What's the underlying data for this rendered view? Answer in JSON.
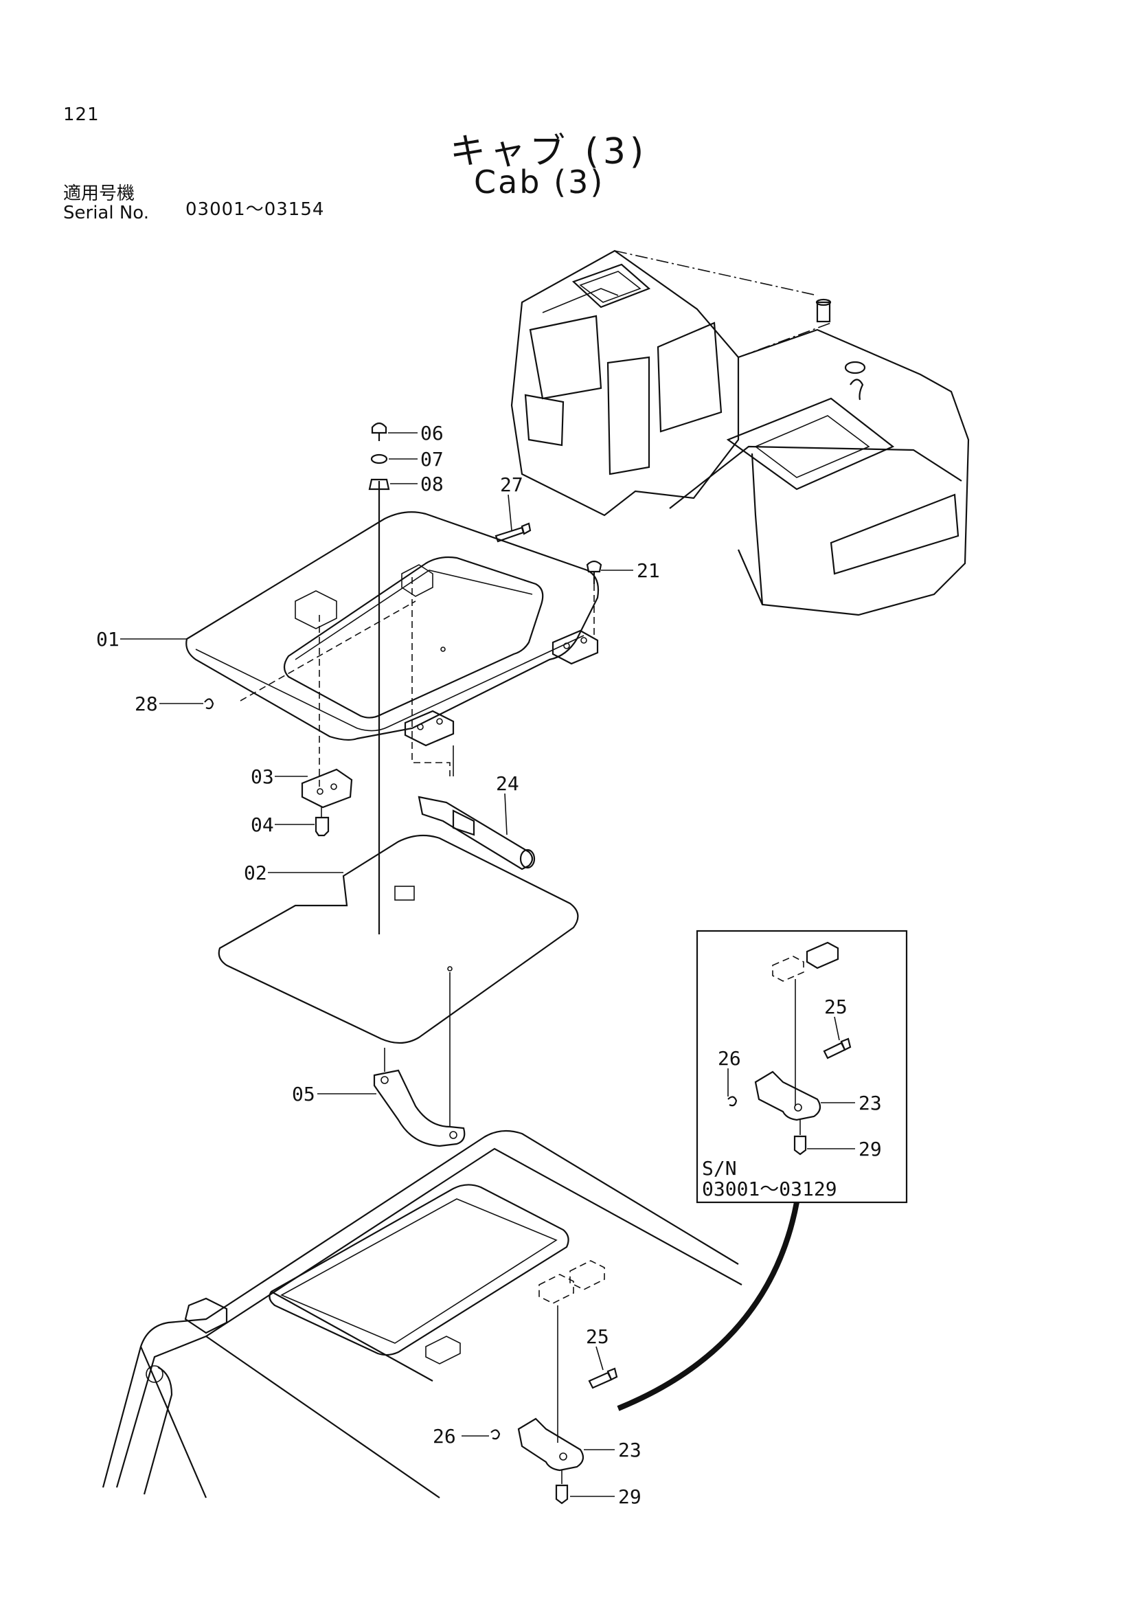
{
  "header": {
    "page_number": "121",
    "title_ja": "キャブ (3)",
    "title_en": "Cab (3)",
    "serial_label_ja": "適用号機",
    "serial_label_en": "Serial No.",
    "serial_range": "03001～03154"
  },
  "callouts": {
    "c01": "01",
    "c02": "02",
    "c03": "03",
    "c04": "04",
    "c05": "05",
    "c06": "06",
    "c07": "07",
    "c08": "08",
    "c21": "21",
    "c23a": "23",
    "c23b": "23",
    "c24": "24",
    "c25a": "25",
    "c25b": "25",
    "c26a": "26",
    "c26b": "26",
    "c27": "27",
    "c28": "28",
    "c29a": "29",
    "c29b": "29"
  },
  "inset": {
    "sn_label": "S/N",
    "sn_range": "03001～03129"
  }
}
